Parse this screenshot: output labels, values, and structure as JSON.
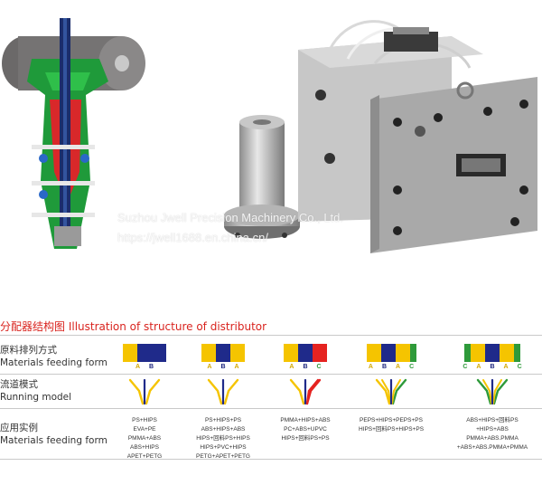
{
  "watermark": {
    "line1": "Suzhou Jwell Precision Machinery Co., Ltd.",
    "line2": "https://jwell1688.en.china.cn/"
  },
  "section": {
    "title": "分配器结构图  Illustration of structure of distributor"
  },
  "rows": {
    "feeding": {
      "cn": "原料排列方式",
      "en": "Materials feeding form"
    },
    "running": {
      "cn": "流道模式",
      "en": "Running model"
    },
    "examples": {
      "cn": "应用实例",
      "en": "Materials feeding form"
    }
  },
  "colors": {
    "yellow": "#f5c400",
    "blue": "#1f2a8a",
    "red": "#e52320",
    "green": "#2e9a3a",
    "title_red": "#d9241f"
  },
  "columns": [
    {
      "bars": [
        "yellow",
        "blue",
        "blue"
      ],
      "letters": [
        "A",
        "B"
      ],
      "examples": [
        "PS+HIPS",
        "EVA+PE",
        "PMMA+ABS",
        "ABS+HIPS",
        "APET+PETG"
      ]
    },
    {
      "bars": [
        "yellow",
        "blue",
        "yellow"
      ],
      "letters": [
        "A",
        "B",
        "A"
      ],
      "examples": [
        "PS+HIPS+PS",
        "ABS+HIPS+ABS",
        "HIPS+回料PS+HIPS",
        "HIPS+PVC+HIPS",
        "PETG+APET+PETG"
      ]
    },
    {
      "bars": [
        "yellow",
        "blue",
        "red"
      ],
      "letters": [
        "A",
        "B",
        "C"
      ],
      "examples": [
        "PMMA+HIPS+ABS",
        "PC+ABS+UPVC",
        "HIPS+回料PS+PS"
      ]
    },
    {
      "bars": [
        "yellow",
        "blue",
        "yellow",
        "green"
      ],
      "letters": [
        "A",
        "B",
        "A",
        "C"
      ],
      "examples": [
        "PEPS+HIPS+PEPS+PS",
        "HIPS+回料PS+HIPS+PS"
      ]
    },
    {
      "bars": [
        "green",
        "yellow",
        "blue",
        "yellow",
        "green"
      ],
      "letters": [
        "C",
        "A",
        "B",
        "A",
        "C"
      ],
      "examples": [
        "ABS+HIPS+回料PS",
        "+HIPS+ABS",
        "PMMA+ABS.PMMA",
        "+ABS+ABS.PMMA+PMMA"
      ]
    }
  ]
}
